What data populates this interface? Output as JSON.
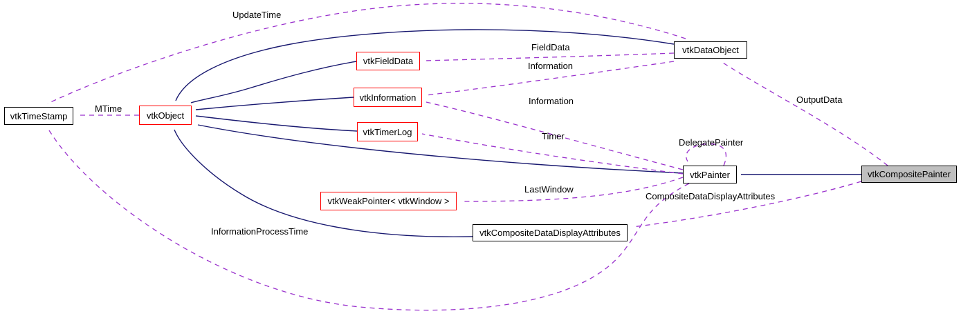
{
  "diagram": {
    "type": "collaboration-graph",
    "nodes": [
      {
        "id": "vtkTimeStamp",
        "label": "vtkTimeStamp"
      },
      {
        "id": "vtkObject",
        "label": "vtkObject"
      },
      {
        "id": "vtkFieldData",
        "label": "vtkFieldData"
      },
      {
        "id": "vtkInformation",
        "label": "vtkInformation"
      },
      {
        "id": "vtkTimerLog",
        "label": "vtkTimerLog"
      },
      {
        "id": "vtkWeakPointer-vtkWindow",
        "label": "vtkWeakPointer< vtkWindow >"
      },
      {
        "id": "vtkCompositeDataDisplayAttributes",
        "label": "vtkCompositeDataDisplayAttributes"
      },
      {
        "id": "vtkDataObject",
        "label": "vtkDataObject"
      },
      {
        "id": "vtkPainter",
        "label": "vtkPainter"
      },
      {
        "id": "vtkCompositePainter",
        "label": "vtkCompositePainter"
      }
    ],
    "edge_labels": [
      {
        "text": "UpdateTime"
      },
      {
        "text": "MTime"
      },
      {
        "text": "FieldData"
      },
      {
        "text": "Information"
      },
      {
        "text": "Information"
      },
      {
        "text": "Timer"
      },
      {
        "text": "DelegatePainter"
      },
      {
        "text": "OutputData"
      },
      {
        "text": "LastWindow"
      },
      {
        "text": "CompositeDataDisplayAttributes"
      },
      {
        "text": "InformationProcessTime"
      }
    ],
    "colors": {
      "inheritance_edge": "#191970",
      "usage_edge": "#9a32cd",
      "documented_class_border": "#ff0000",
      "node_border": "#000000",
      "node_fill": "#ffffff",
      "current_node_fill": "#bfbfbf",
      "text": "#000000",
      "background": "#ffffff"
    }
  }
}
